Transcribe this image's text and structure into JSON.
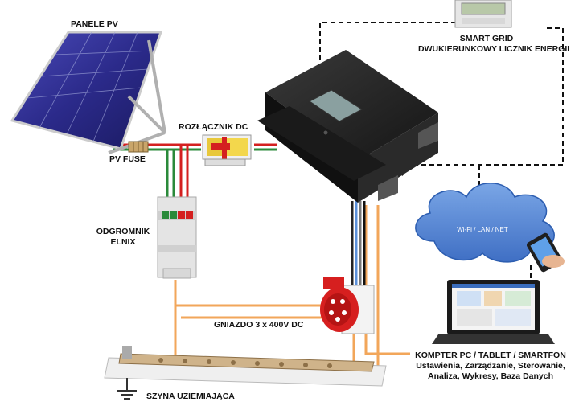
{
  "labels": {
    "panele_pv": "PANELE PV",
    "pv_fuse": "PV FUSE",
    "rozlacznik_dc": "ROZŁĄCZNIK DC",
    "smart_grid_line1": "SMART GRID",
    "smart_grid_line2": "DWUKIERUNKOWY LICZNIK ENERGII",
    "odgromnik_line1": "ODGROMNIK",
    "odgromnik_line2": "ELNIX",
    "gniazdo": "GNIAZDO 3 x 400V DC",
    "cloud": "Wi-Fi / LAN / NET",
    "komputer_line1": "KOMPTER PC / TABLET / SMARTFON",
    "komputer_line2": "Ustawienia, Zarządzanie, Sterowanie,",
    "komputer_line3": "Analiza, Wykresy, Baza Danych",
    "szyna": "SZYNA UZIEMIAJĄCA"
  },
  "colors": {
    "positive_wire": "#d42020",
    "negative_wire": "#2a8a3a",
    "ground_wire": "#f2a65a",
    "data_line": "#111111",
    "cloud_fill": "#5b8fd6",
    "panel_cell": "#2d2a8c",
    "inverter_body": "#1c1c1c"
  }
}
